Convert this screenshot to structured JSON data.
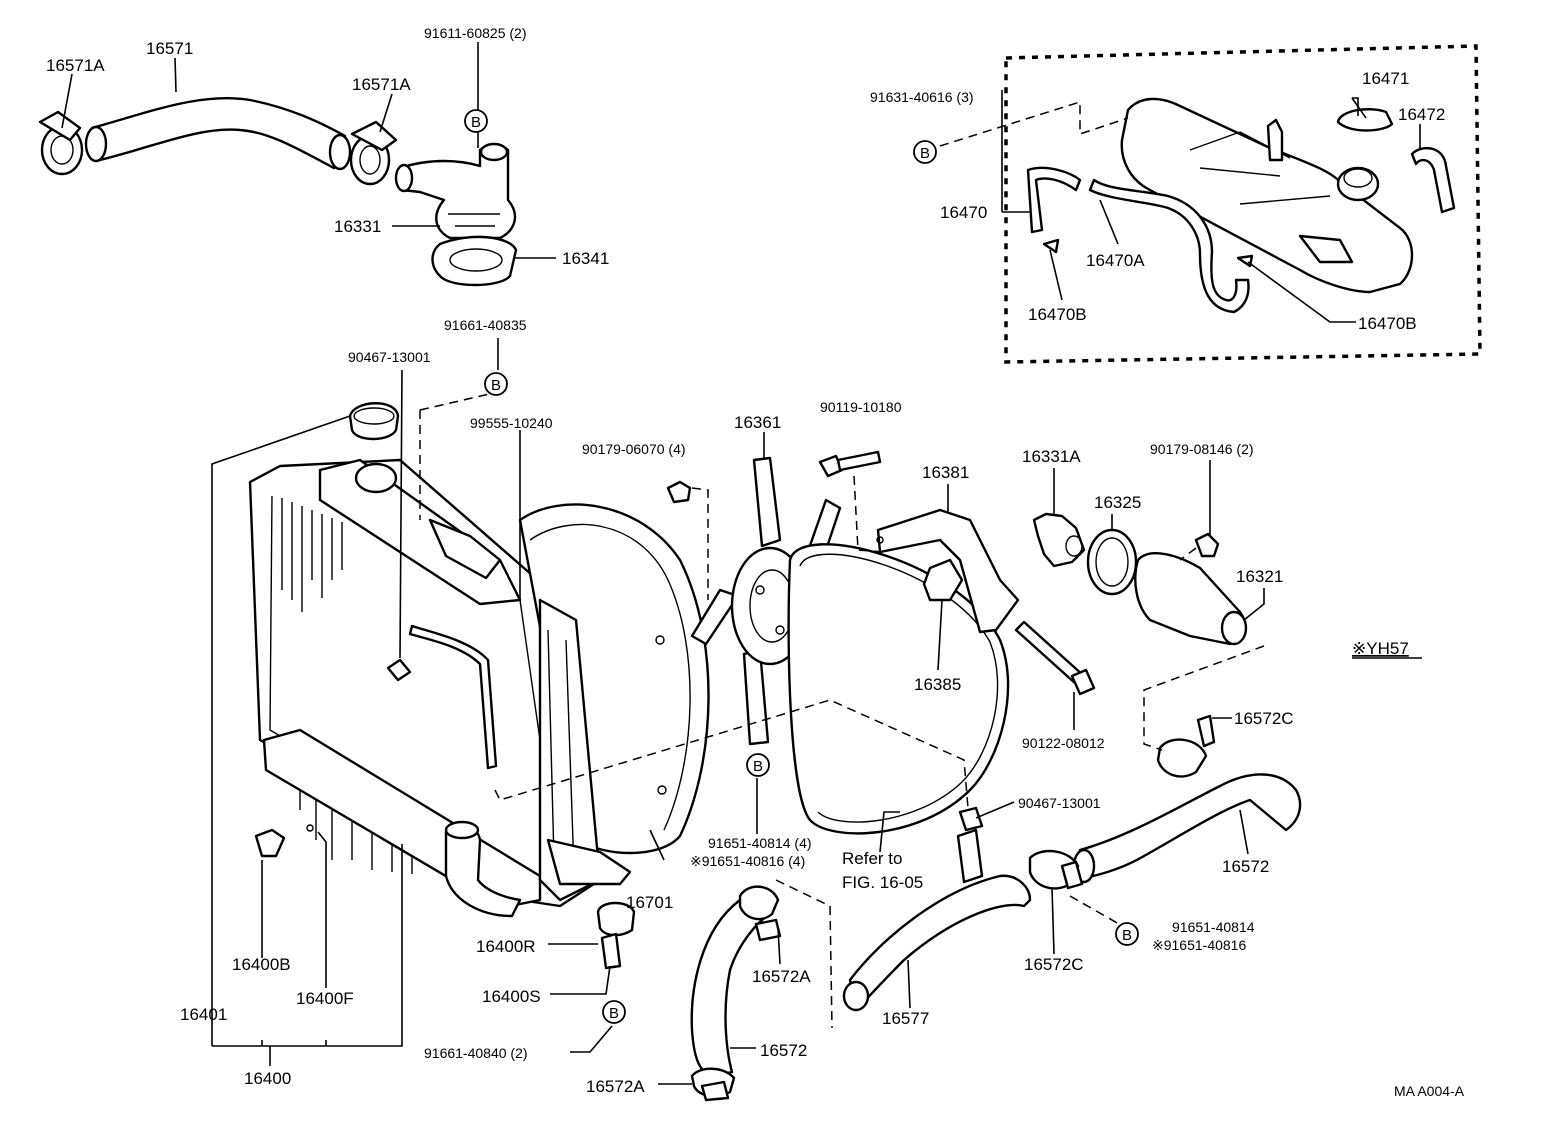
{
  "labels": {
    "p16571A_l": "16571A",
    "p16571": "16571",
    "p16571A_r": "16571A",
    "b91611": "91611-60825 (2)",
    "p16331": "16331",
    "p16341": "16341",
    "b91631": "91631-40616 (3)",
    "p16471": "16471",
    "p16472": "16472",
    "p16470": "16470",
    "p16470A": "16470A",
    "p16470B_l": "16470B",
    "p16470B_r": "16470B",
    "b91661_835": "91661-40835",
    "b90467_top": "90467-13001",
    "b99555": "99555-10240",
    "b90179_06070": "90179-06070 (4)",
    "p16361": "16361",
    "b90119": "90119-10180",
    "p16381": "16381",
    "p16331A": "16331A",
    "b90179_08146": "90179-08146 (2)",
    "p16325": "16325",
    "p16321": "16321",
    "p16385": "16385",
    "b90122": "90122-08012",
    "yh57": "※YH57",
    "p16572C_top": "16572C",
    "b90467_low": "90467-13001",
    "p16572_r": "16572",
    "b91651_814a": "91651-40814 (4)",
    "b91651_816a": "※91651-40816 (4)",
    "refer1": "Refer to",
    "refer2": "FIG. 16-05",
    "p16701": "16701",
    "b91651_814b": "91651-40814",
    "b91651_816b": "※91651-40816",
    "p16572C_low": "16572C",
    "p16577": "16577",
    "p16572A_mid": "16572A",
    "p16572_low": "16572",
    "p16572A_bot": "16572A",
    "p16400R": "16400R",
    "p16400S": "16400S",
    "b91661_840": "91661-40840 (2)",
    "p16400B": "16400B",
    "p16400F": "16400F",
    "p16401": "16401",
    "p16400": "16400",
    "ref_code": "MA  A004-A"
  },
  "bubble_letter": "B"
}
